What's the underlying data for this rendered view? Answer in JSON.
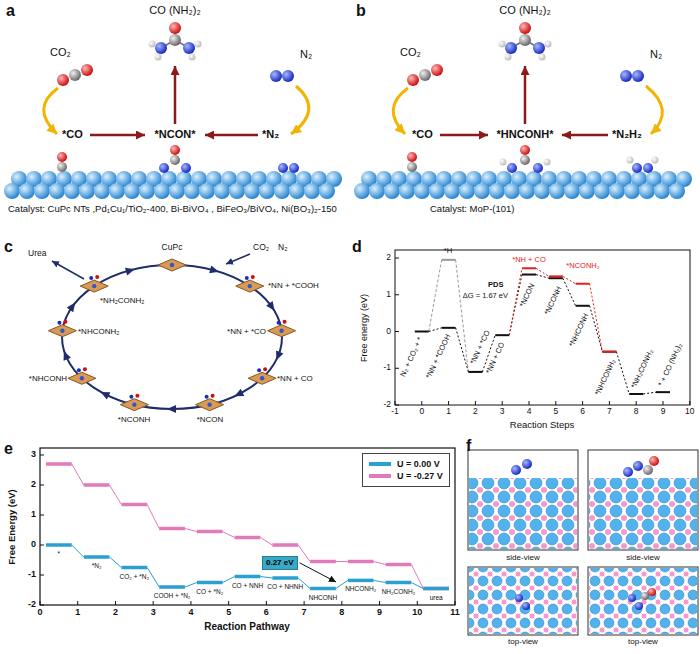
{
  "diagram": {
    "nodes": [
      {
        "text": [
          "0.27 eV"
        ]
      }
    ],
    "labels": [
      "a",
      "CO₂",
      "CO (NH₂)₂",
      "N₂",
      "*CO",
      "*NCON*",
      "*N₂",
      "Catalyst: CuPc NTs ,Pd₁Cu₁/TiO₂-400, Bi-BiVO₄ , BiFeO₃/BiVO₄, Ni(BO₃)₂-150",
      "b",
      "CO₂",
      "CO (NH₂)₂",
      "N₂",
      "*CO",
      "*HNCONH*",
      "*N₂H₂",
      "Catalyst: MoP-(101)",
      "c",
      "Urea",
      "CuPc",
      "CO₂",
      "N₂",
      "*NH₂CONH₂",
      "*NN + *COOH",
      "*NHCONH₂",
      "*NN + *CO",
      "*NHCONH",
      "*NN + CO",
      "*NCONH",
      "*NCON",
      "d",
      "Free energy (eV)",
      "2",
      "1",
      "0",
      "-1",
      "-2",
      "-1",
      "0",
      "1",
      "2",
      "3",
      "4",
      "5",
      "6",
      "7",
      "8",
      "9",
      "10",
      "Reaction Steps",
      "*H",
      "N₂ + CO₂ + *",
      "*NN + *COOH",
      "*NN + *CO",
      "*NN + CO",
      "*NH + CO",
      "*NCON",
      "PDS",
      "ΔG = 1.67 eV",
      "*NCONH",
      "*NCONH₂",
      "*NHCONH",
      "*NHCONH₂",
      "*NH₂CONH₂",
      "* + CO (NH₂)₂",
      "e",
      "Free Energy (eV)",
      "3",
      "2",
      "1",
      "0",
      "-1",
      "-2",
      "0",
      "1",
      "2",
      "3",
      "4",
      "5",
      "6",
      "7",
      "8",
      "9",
      "10",
      "11",
      "Reaction Pathway",
      "*",
      "*N₂",
      "CO₂ + *N₂",
      "COOH + *N₂",
      "CO + *N₂",
      "CO + NNH",
      "CO + NHNH",
      "NHCONH",
      "NHCONH₂",
      "NH₂CONH₂",
      "urea",
      "f",
      "side-view",
      "side-view",
      "top-view",
      "top-view"
    ],
    "legend": [
      {
        "text": "U = 0.00 V",
        "color": "#2a9fd0"
      },
      {
        "text": "U = -0.27 V",
        "color": "#e07ab8"
      }
    ]
  }
}
